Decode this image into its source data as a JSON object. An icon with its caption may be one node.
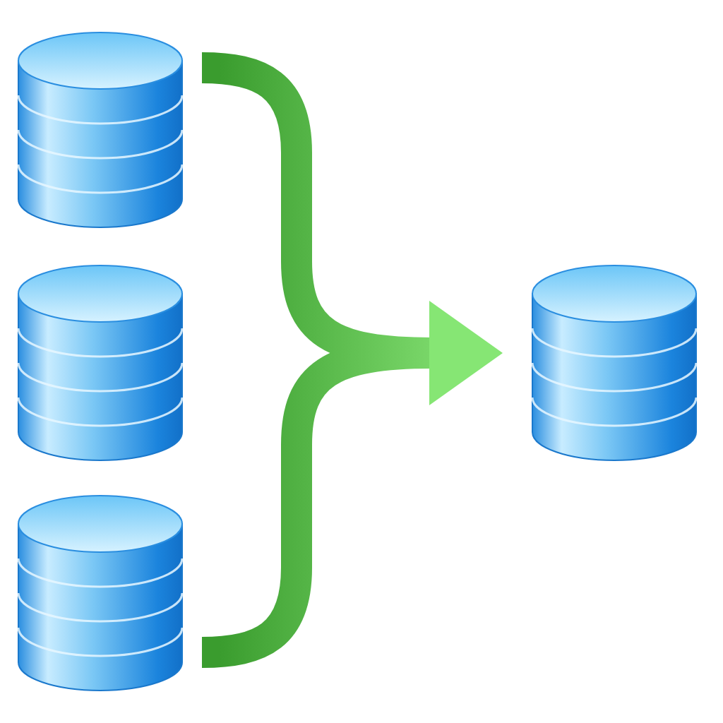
{
  "diagram": {
    "nodes": [
      {
        "text": [],
        "shape": "cylinder"
      },
      {
        "text": [],
        "shape": "cylinder"
      },
      {
        "text": [],
        "shape": "cylinder"
      },
      {
        "text": [],
        "shape": "cylinder"
      }
    ],
    "edges": [
      {
        "from": 0,
        "to": 3,
        "arrow": "to"
      },
      {
        "from": 2,
        "to": 3,
        "arrow": "to"
      }
    ]
  }
}
